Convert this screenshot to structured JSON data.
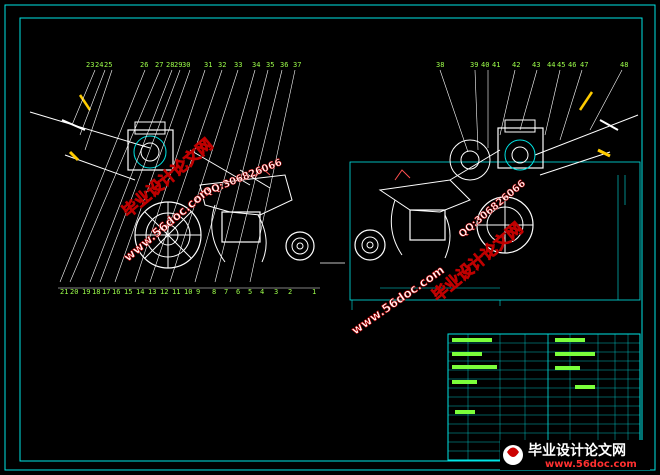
{
  "drawing": {
    "left_top_labels": [
      "23",
      "24",
      "25",
      "26",
      "27",
      "28",
      "29",
      "30",
      "31",
      "32",
      "33",
      "34",
      "35",
      "36",
      "37"
    ],
    "left_bottom_labels": [
      "21",
      "20",
      "19",
      "18",
      "17",
      "16",
      "15",
      "14",
      "13",
      "12",
      "11",
      "10",
      "9",
      "8",
      "7",
      "6",
      "5",
      "4",
      "3",
      "2",
      "1"
    ],
    "right_top_labels": [
      "38",
      "39",
      "40",
      "41",
      "42",
      "43",
      "44",
      "45",
      "46",
      "47",
      "48"
    ]
  },
  "watermarks": {
    "site_name": "毕业设计论文网",
    "url": "www.56doc.com",
    "qq": "QQ:306826066"
  },
  "footer_logo": {
    "name": "毕业设计论文网",
    "url": "www.56doc.com"
  },
  "colors": {
    "background": "#000000",
    "frame": "#00E5E5",
    "labels": "#9CFF4A",
    "watermark_text": "#ffffff",
    "watermark_outline": "#c00000"
  }
}
